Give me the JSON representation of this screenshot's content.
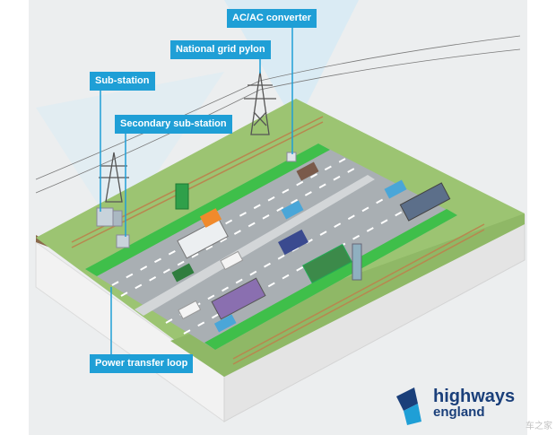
{
  "labels": {
    "acac_converter": "AC/AC converter",
    "national_grid_pylon": "National grid pylon",
    "sub_station": "Sub-station",
    "secondary_sub_station": "Secondary sub-station",
    "power_transfer_loop": "Power transfer loop"
  },
  "brand": {
    "line1": "highways",
    "line2": "england"
  },
  "watermark": "车之家",
  "colors": {
    "callout": "#1f9fd6",
    "grass": "#9cc472",
    "road": "#a9afb3",
    "charging_lane": "#3fbf4a",
    "brand": "#1a3f7a"
  }
}
